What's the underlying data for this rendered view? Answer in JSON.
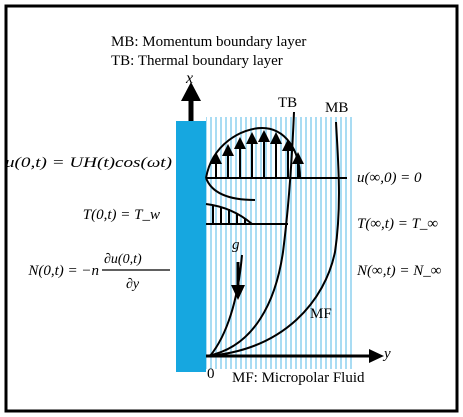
{
  "legend": {
    "mb_line": "MB: Momentum boundary layer",
    "tb_line": "TB: Thermal boundary layer"
  },
  "axes": {
    "x_label": "x",
    "y_label": "y",
    "origin_label": "0"
  },
  "curve_labels": {
    "tb": "TB",
    "mb": "MB",
    "fluid": "MF",
    "gravity": "g"
  },
  "boundary_conditions_wall": {
    "velocity": "u(0,t) = UH(t)cos(ωt)",
    "temperature": "T(0,t) = T_w",
    "microrotation_lhs": "N(0,t) = −n",
    "microrotation_num": "∂u(0,t)",
    "microrotation_den": "∂y"
  },
  "boundary_conditions_far": {
    "velocity": "u(∞,0) = 0",
    "temperature": "T(∞,t) = T_∞",
    "microrotation": "N(∞,t) = N_∞"
  },
  "footer": "MF: Micropolar Fluid",
  "colors": {
    "wall": "#16a7e0",
    "fluid_stripes": "#a9dcf3",
    "ink": "#000000",
    "frame": "#000000"
  }
}
